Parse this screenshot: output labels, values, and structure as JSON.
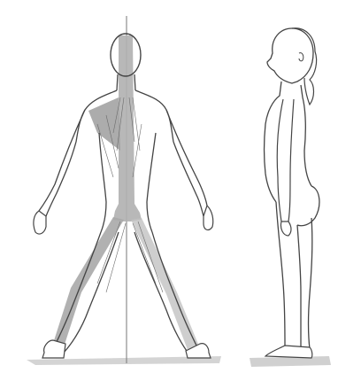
{
  "colors": {
    "background": "#ffffff",
    "line": "#444444",
    "shade": "#bdbdbd",
    "shade_dark": "#8f8f8f",
    "ground": "#c8c8c8"
  },
  "figures": [
    {
      "name": "posterior-view-figure",
      "icon": "standing-human-back-view"
    },
    {
      "name": "lateral-view-figure",
      "icon": "standing-human-side-view"
    }
  ]
}
